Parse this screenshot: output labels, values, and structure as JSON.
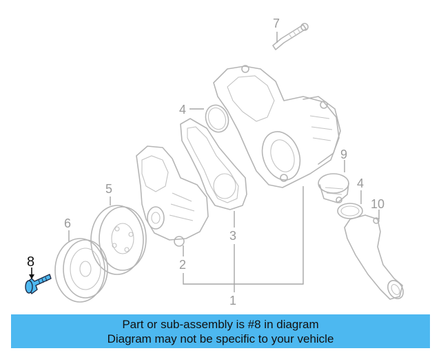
{
  "diagram": {
    "callouts": {
      "c1": "1",
      "c2": "2",
      "c3": "3",
      "c4a": "4",
      "c4b": "4",
      "c5": "5",
      "c6": "6",
      "c7": "7",
      "c8": "8",
      "c9": "9",
      "c10": "10"
    },
    "highlight_color": "#4db8f0",
    "highlighted_part": "8"
  },
  "banner": {
    "line1": "Part or sub-assembly is #8 in diagram",
    "line2": "Diagram may not be specific to your vehicle",
    "color": "#4db8f0"
  }
}
